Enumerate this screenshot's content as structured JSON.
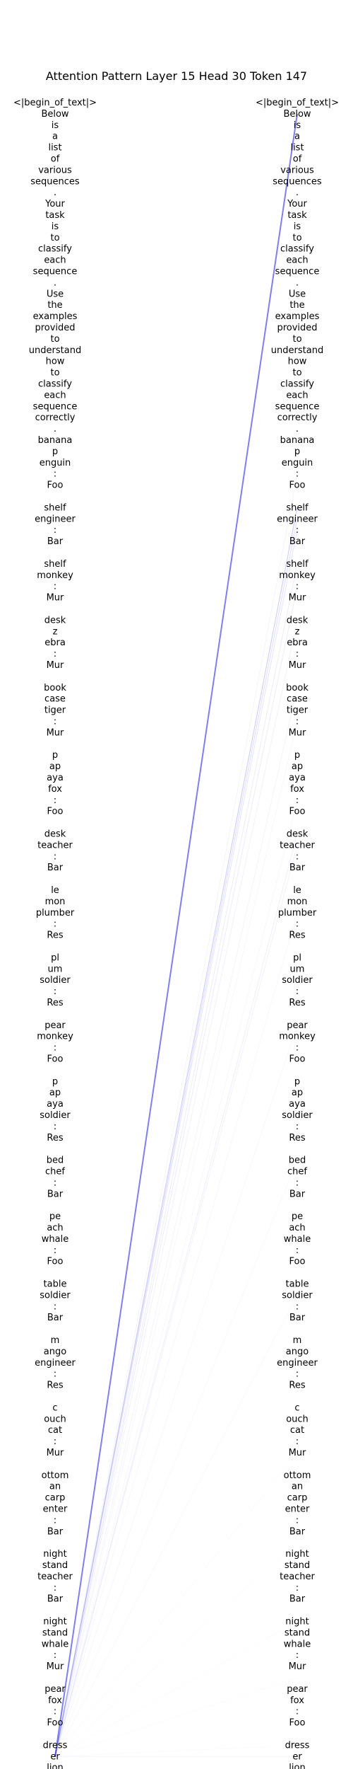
{
  "chart_data": {
    "type": "attention-pattern",
    "title": "Attention Pattern Layer 15 Head 30 Token 147",
    "line_color": "#0000dd",
    "tokens": [
      "<|begin_of_text|>",
      "Below",
      "is",
      "a",
      "list",
      "of",
      "various",
      "sequences",
      ".",
      "Your",
      "task",
      "is",
      "to",
      "classify",
      "each",
      "sequence",
      ".",
      "Use",
      "the",
      "examples",
      "provided",
      "to",
      "understand",
      "how",
      "to",
      "classify",
      "each",
      "sequence",
      "correctly",
      ".",
      "banana",
      "p",
      "enguin",
      ":",
      "Foo",
      "",
      "shelf",
      "engineer",
      ":",
      "Bar",
      "",
      "shelf",
      "monkey",
      ":",
      "Mur",
      "",
      "desk",
      "z",
      "ebra",
      ":",
      "Mur",
      "",
      "book",
      "case",
      "tiger",
      ":",
      "Mur",
      "",
      "p",
      "ap",
      "aya",
      "fox",
      ":",
      "Foo",
      "",
      "desk",
      "teacher",
      ":",
      "Bar",
      "",
      "le",
      "mon",
      "plumber",
      ":",
      "Res",
      "",
      "pl",
      "um",
      "soldier",
      ":",
      "Res",
      "",
      "pear",
      "monkey",
      ":",
      "Foo",
      "",
      "p",
      "ap",
      "aya",
      "soldier",
      ":",
      "Res",
      "",
      "bed",
      "chef",
      ":",
      "Bar",
      "",
      "pe",
      "ach",
      "whale",
      ":",
      "Foo",
      "",
      "table",
      "soldier",
      ":",
      "Bar",
      "",
      "m",
      "ango",
      "engineer",
      ":",
      "Res",
      "",
      "c",
      "ouch",
      "cat",
      ":",
      "Mur",
      "",
      "ottom",
      "an",
      "carp",
      "enter",
      ":",
      "Bar",
      "",
      "night",
      "stand",
      "teacher",
      ":",
      "Bar",
      "",
      "night",
      "stand",
      "whale",
      ":",
      "Mur",
      "",
      "pear",
      "fox",
      ":",
      "Foo",
      "",
      "dress",
      "er",
      "lion",
      ":"
    ],
    "source_index": 147,
    "attention": [
      {
        "target": 1,
        "weight": 0.5
      },
      {
        "target": 36,
        "weight": 0.18
      },
      {
        "target": 37,
        "weight": 0.12
      },
      {
        "target": 38,
        "weight": 0.1
      },
      {
        "target": 41,
        "weight": 0.08
      },
      {
        "target": 43,
        "weight": 0.08
      },
      {
        "target": 46,
        "weight": 0.06
      },
      {
        "target": 65,
        "weight": 0.07
      },
      {
        "target": 66,
        "weight": 0.06
      },
      {
        "target": 33,
        "weight": 0.05
      },
      {
        "target": 52,
        "weight": 0.05
      },
      {
        "target": 55,
        "weight": 0.04
      },
      {
        "target": 62,
        "weight": 0.04
      },
      {
        "target": 72,
        "weight": 0.04
      },
      {
        "target": 82,
        "weight": 0.04
      },
      {
        "target": 94,
        "weight": 0.03
      },
      {
        "target": 106,
        "weight": 0.03
      },
      {
        "target": 120,
        "weight": 0.02
      },
      {
        "target": 128,
        "weight": 0.02
      },
      {
        "target": 135,
        "weight": 0.02
      },
      {
        "target": 140,
        "weight": 0.02
      },
      {
        "target": 146,
        "weight": 0.02
      },
      {
        "target": 147,
        "weight": 0.05
      }
    ]
  }
}
